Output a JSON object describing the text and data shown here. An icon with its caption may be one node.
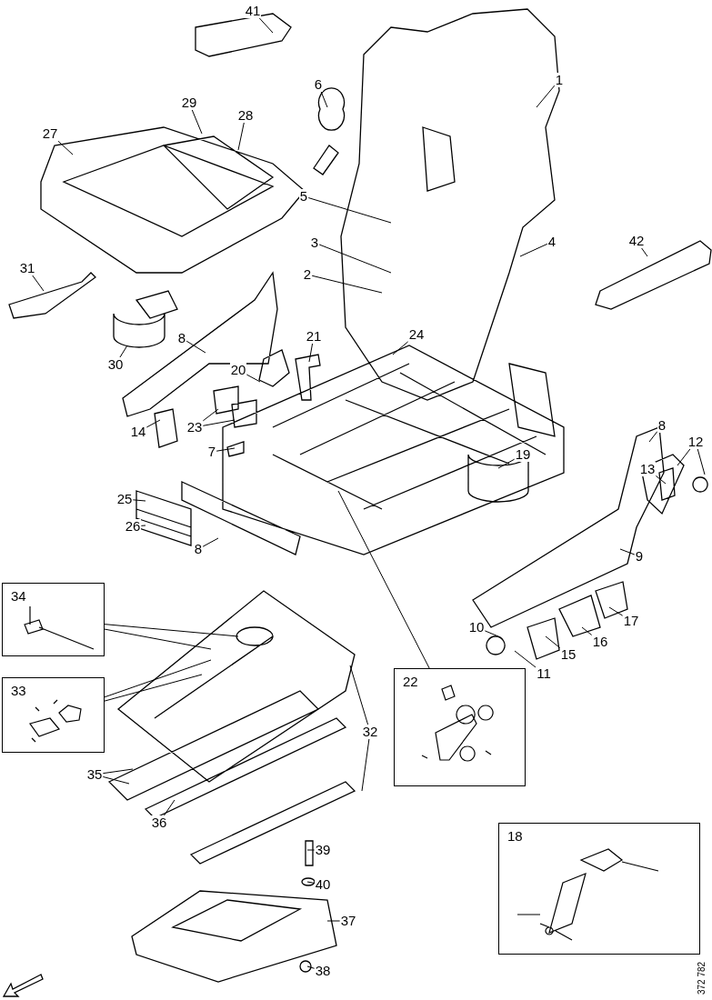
{
  "diagram": {
    "nodes": [
      {
        "text": [
          "41"
        ]
      },
      {
        "text": [
          "1"
        ]
      },
      {
        "text": [
          "6"
        ]
      },
      {
        "text": [
          "29"
        ]
      },
      {
        "text": [
          "28"
        ]
      },
      {
        "text": [
          "27"
        ]
      },
      {
        "text": [
          "5"
        ]
      },
      {
        "text": [
          "3"
        ]
      },
      {
        "text": [
          "4"
        ]
      },
      {
        "text": [
          "42"
        ]
      },
      {
        "text": [
          "2"
        ]
      },
      {
        "text": [
          "31"
        ]
      },
      {
        "text": [
          "21"
        ]
      },
      {
        "text": [
          "8"
        ]
      },
      {
        "text": [
          "24"
        ]
      },
      {
        "text": [
          "20"
        ]
      },
      {
        "text": [
          "30"
        ]
      },
      {
        "text": [
          "23"
        ]
      },
      {
        "text": [
          "14"
        ]
      },
      {
        "text": [
          "8"
        ]
      },
      {
        "text": [
          "12"
        ]
      },
      {
        "text": [
          "7"
        ]
      },
      {
        "text": [
          "19"
        ]
      },
      {
        "text": [
          "13"
        ]
      },
      {
        "text": [
          "25"
        ]
      },
      {
        "text": [
          "26"
        ]
      },
      {
        "text": [
          "8"
        ]
      },
      {
        "text": [
          "9"
        ]
      },
      {
        "text": [
          "34"
        ]
      },
      {
        "text": [
          "10"
        ]
      },
      {
        "text": [
          "17"
        ]
      },
      {
        "text": [
          "16"
        ]
      },
      {
        "text": [
          "15"
        ]
      },
      {
        "text": [
          "22"
        ]
      },
      {
        "text": [
          "11"
        ]
      },
      {
        "text": [
          "33"
        ]
      },
      {
        "text": [
          "32"
        ]
      },
      {
        "text": [
          "35"
        ]
      },
      {
        "text": [
          "36"
        ]
      },
      {
        "text": [
          "18"
        ]
      },
      {
        "text": [
          "39"
        ]
      },
      {
        "text": [
          "40"
        ]
      },
      {
        "text": [
          "37"
        ]
      },
      {
        "text": [
          "38"
        ]
      }
    ],
    "edges": [
      {
        "from": 0,
        "to": null,
        "arrow": "none"
      },
      {
        "from": 1,
        "to": null,
        "arrow": "none"
      },
      {
        "from": 2,
        "to": null,
        "arrow": "none"
      },
      {
        "from": 3,
        "to": null,
        "arrow": "none"
      },
      {
        "from": 4,
        "to": null,
        "arrow": "none"
      },
      {
        "from": 5,
        "to": null,
        "arrow": "none"
      },
      {
        "from": 6,
        "to": null,
        "arrow": "none"
      },
      {
        "from": 7,
        "to": null,
        "arrow": "none"
      },
      {
        "from": 8,
        "to": null,
        "arrow": "none"
      },
      {
        "from": 9,
        "to": null,
        "arrow": "none"
      },
      {
        "from": 10,
        "to": null,
        "arrow": "none"
      },
      {
        "from": 11,
        "to": null,
        "arrow": "none"
      },
      {
        "from": 12,
        "to": null,
        "arrow": "none"
      },
      {
        "from": 13,
        "to": null,
        "arrow": "none"
      },
      {
        "from": 14,
        "to": null,
        "arrow": "none"
      },
      {
        "from": 15,
        "to": null,
        "arrow": "none"
      },
      {
        "from": 16,
        "to": null,
        "arrow": "none"
      },
      {
        "from": 17,
        "to": null,
        "arrow": "none"
      },
      {
        "from": 17,
        "to": null,
        "arrow": "none"
      },
      {
        "from": 18,
        "to": null,
        "arrow": "none"
      },
      {
        "from": 19,
        "to": null,
        "arrow": "none"
      },
      {
        "from": 20,
        "to": null,
        "arrow": "none"
      },
      {
        "from": 20,
        "to": null,
        "arrow": "none"
      },
      {
        "from": 21,
        "to": null,
        "arrow": "none"
      },
      {
        "from": 22,
        "to": null,
        "arrow": "none"
      },
      {
        "from": 23,
        "to": null,
        "arrow": "none"
      },
      {
        "from": 24,
        "to": null,
        "arrow": "none"
      },
      {
        "from": 25,
        "to": null,
        "arrow": "none"
      },
      {
        "from": 26,
        "to": null,
        "arrow": "none"
      },
      {
        "from": 27,
        "to": null,
        "arrow": "none"
      },
      {
        "from": 28,
        "to": null,
        "arrow": "none"
      },
      {
        "from": 28,
        "to": null,
        "arrow": "none"
      },
      {
        "from": 29,
        "to": null,
        "arrow": "none"
      },
      {
        "from": 30,
        "to": null,
        "arrow": "none"
      },
      {
        "from": 31,
        "to": null,
        "arrow": "none"
      },
      {
        "from": 32,
        "to": null,
        "arrow": "none"
      },
      {
        "from": 33,
        "to": null,
        "arrow": "none"
      },
      {
        "from": 34,
        "to": null,
        "arrow": "none"
      },
      {
        "from": 35,
        "to": null,
        "arrow": "none"
      },
      {
        "from": 35,
        "to": null,
        "arrow": "none"
      },
      {
        "from": 36,
        "to": null,
        "arrow": "none"
      },
      {
        "from": 36,
        "to": null,
        "arrow": "none"
      },
      {
        "from": 37,
        "to": null,
        "arrow": "none"
      },
      {
        "from": 37,
        "to": null,
        "arrow": "none"
      },
      {
        "from": 38,
        "to": null,
        "arrow": "none"
      },
      {
        "from": 40,
        "to": null,
        "arrow": "none"
      },
      {
        "from": 41,
        "to": null,
        "arrow": "none"
      },
      {
        "from": 42,
        "to": null,
        "arrow": "none"
      },
      {
        "from": 43,
        "to": null,
        "arrow": "none"
      }
    ],
    "labels": [
      "372 782"
    ]
  }
}
